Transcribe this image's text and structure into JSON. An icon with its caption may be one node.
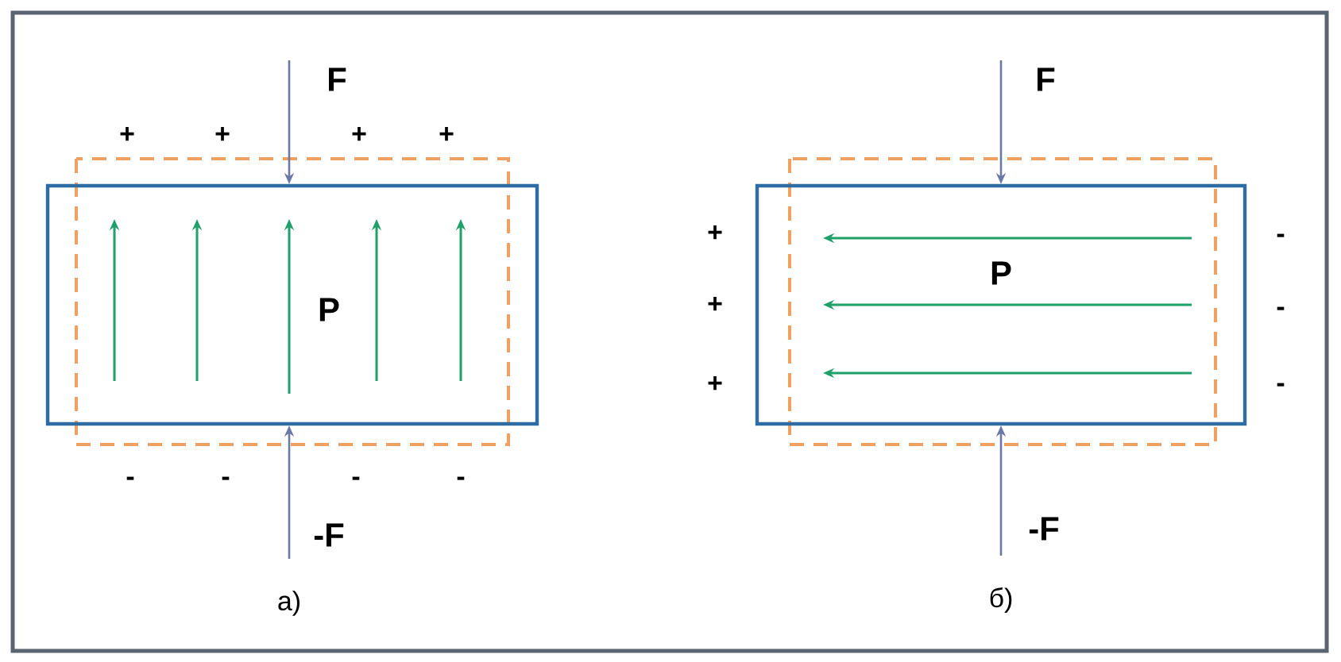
{
  "diagram": {
    "nodes": [
      {
        "text": [
          "P"
        ]
      },
      {
        "text": [
          "P"
        ]
      }
    ],
    "labels": [
      "F",
      "+",
      "+",
      "+",
      "+",
      "-",
      "-",
      "-",
      "-",
      "-F",
      "а)",
      "F",
      "+",
      "-",
      "+",
      "-",
      "+",
      "-",
      "-F",
      "б)"
    ]
  }
}
